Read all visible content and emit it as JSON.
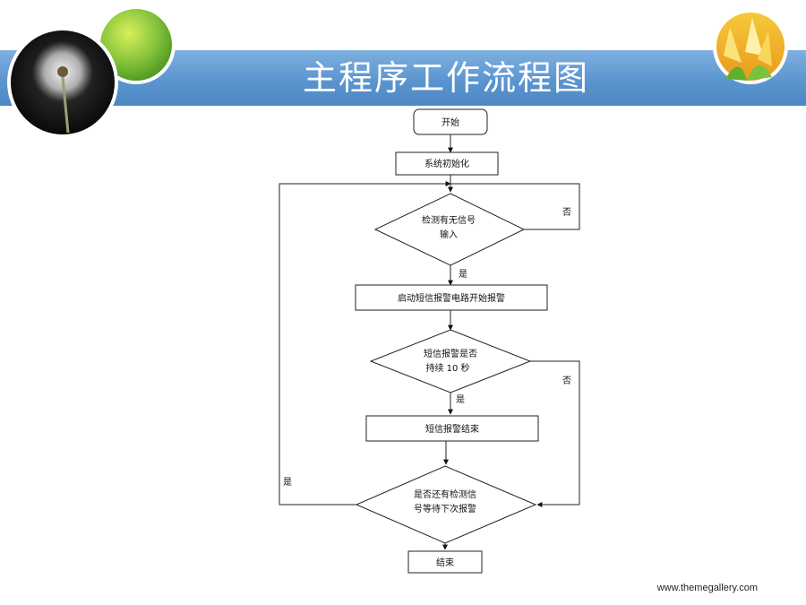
{
  "slide": {
    "title": "主程序工作流程图",
    "footer_url": "www.themegallery.com"
  },
  "flowchart": {
    "start_label": "开始",
    "init_label": "系统初始化",
    "decision1_line1": "检测有无信号",
    "decision1_line2": "输入",
    "decision1_no": "否",
    "decision1_yes": "是",
    "process_alarm": "启动短信报警电路开始报警",
    "decision2_line1": "短信报警是否",
    "decision2_line2": "持续 10 秒",
    "decision2_no": "否",
    "decision2_yes": "是",
    "process_end_alarm": "短信报警结束",
    "decision3_line1": "是否还有检测信",
    "decision3_line2": "号等待下次报警",
    "decision3_yes": "是",
    "end_label": "结束",
    "return_mark": "↵"
  }
}
